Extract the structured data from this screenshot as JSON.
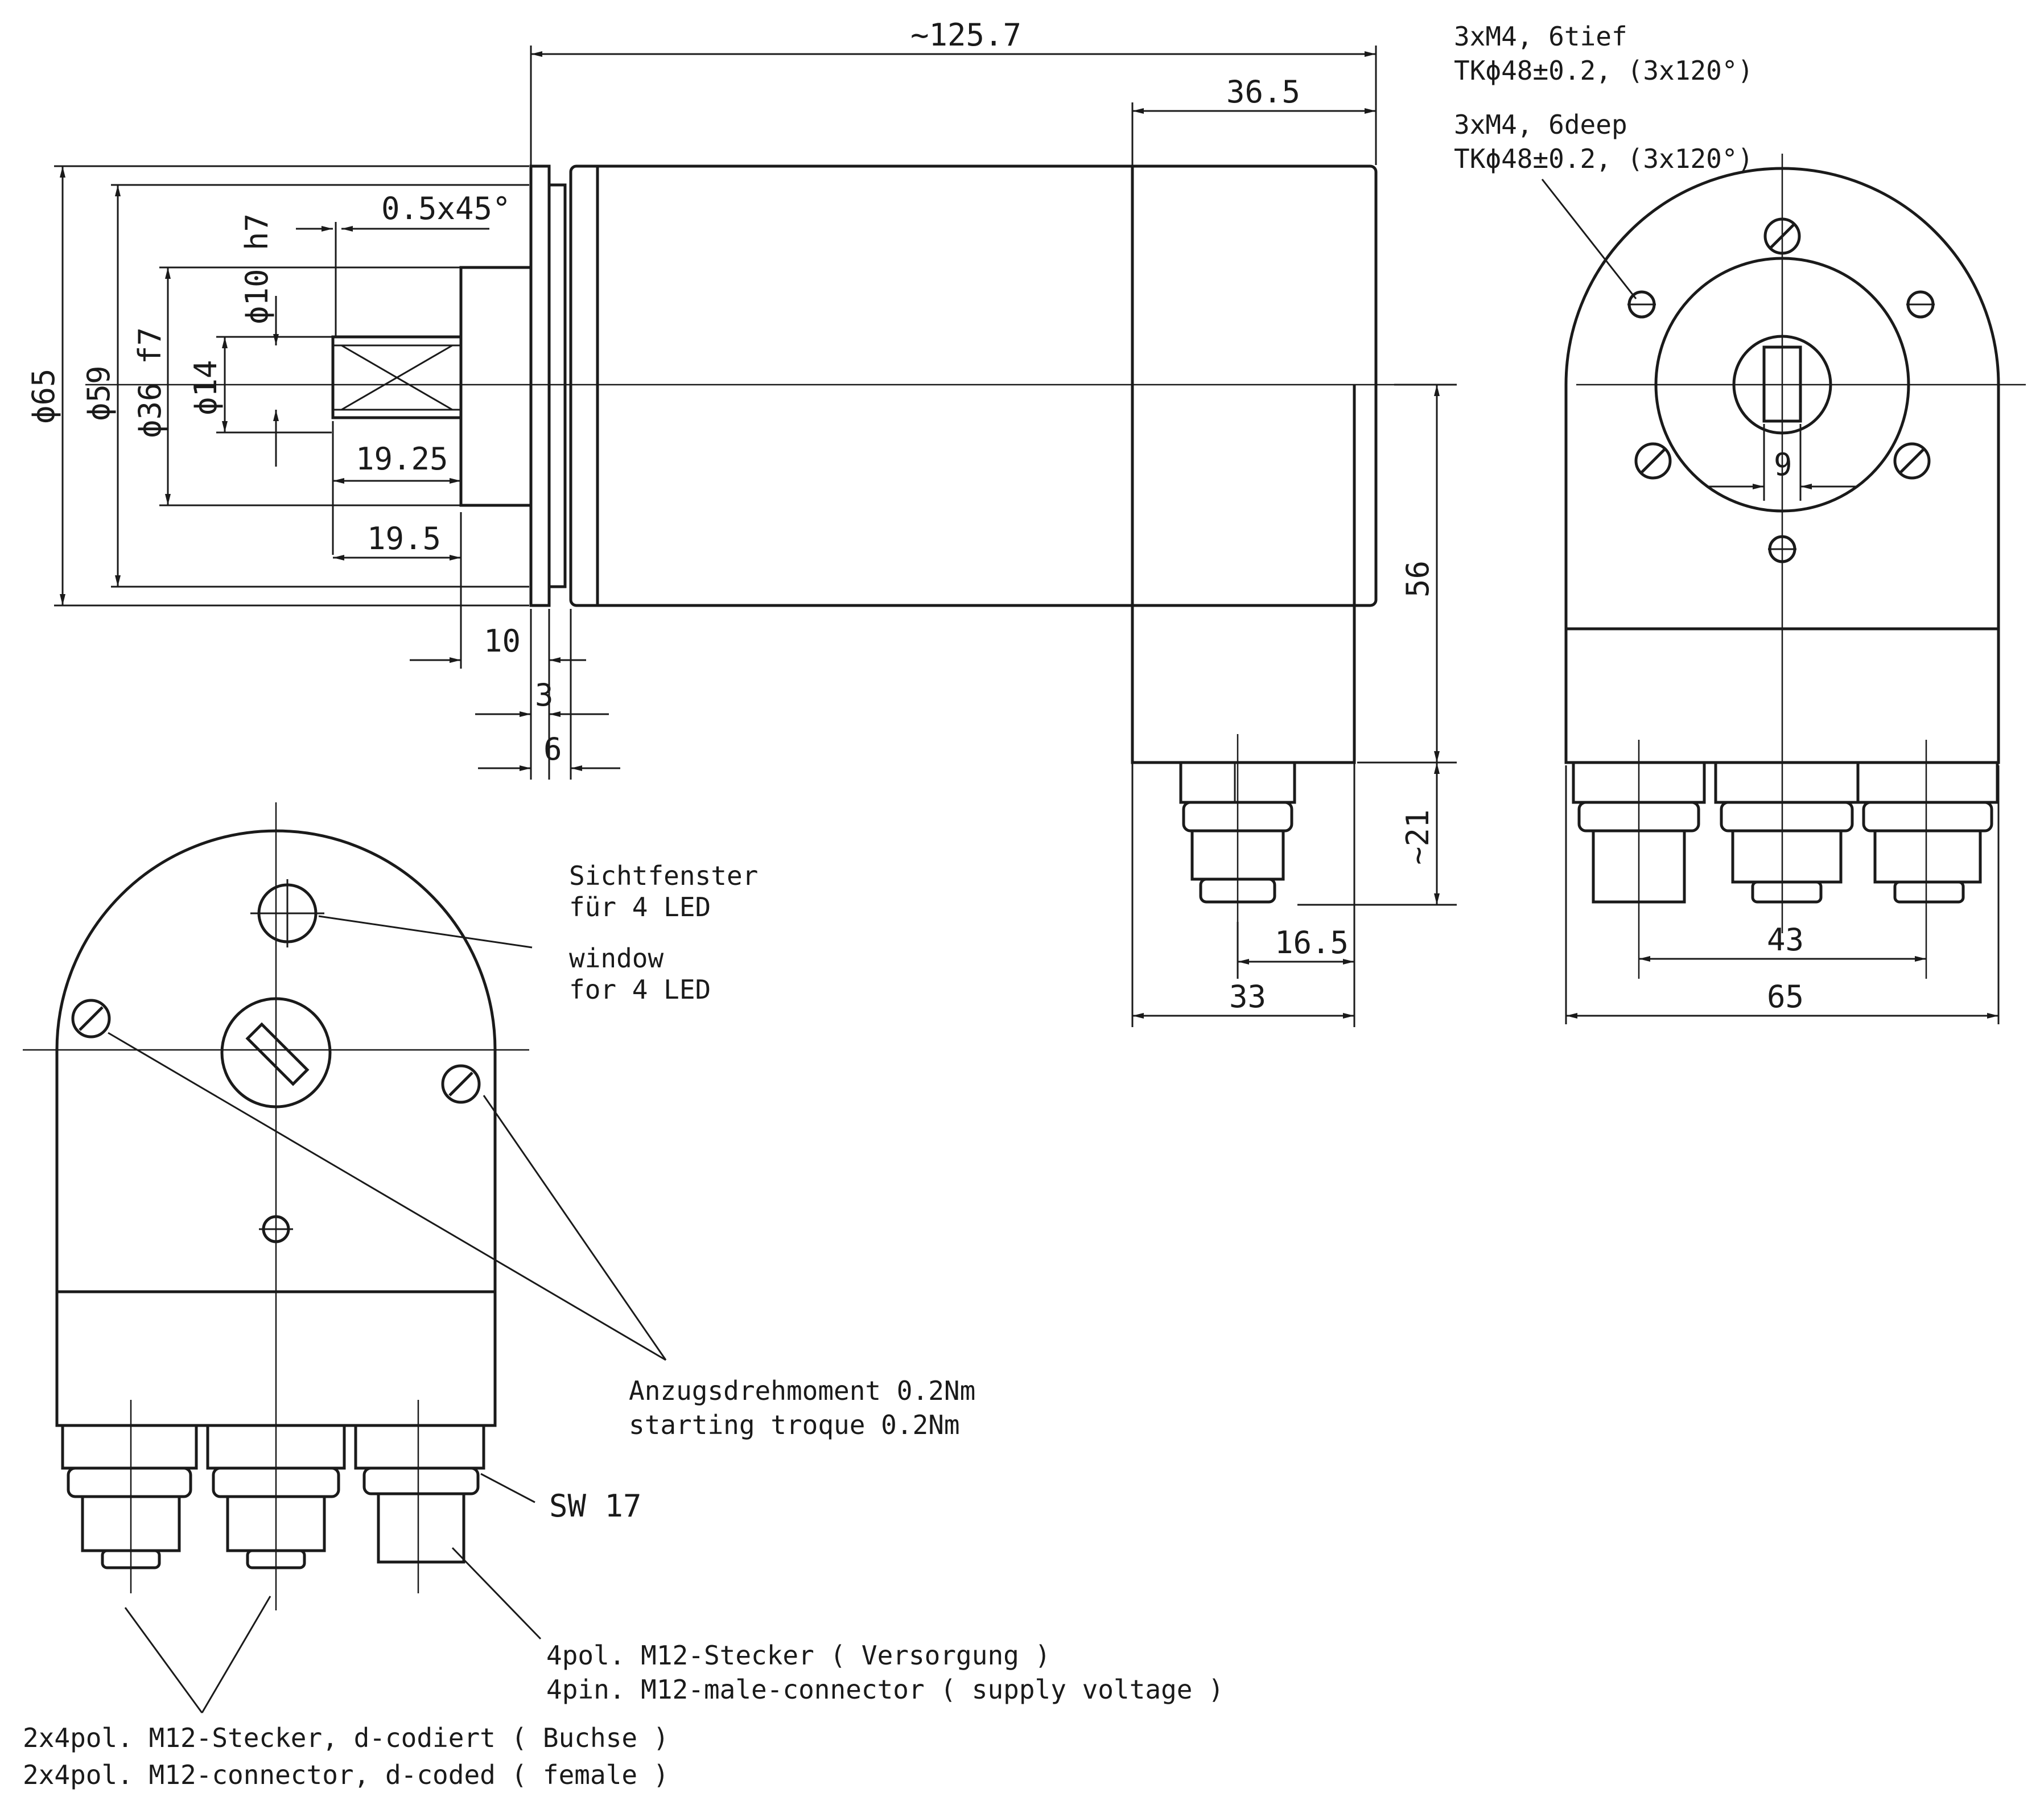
{
  "dimensions": {
    "overall_length": "~125.7",
    "rear_length": "36.5",
    "d65": "ϕ65",
    "d59": "ϕ59",
    "d36": "ϕ36 f7",
    "d14": "ϕ14",
    "d10": "ϕ10 h7",
    "chamfer": "0.5x45°",
    "len_19_25": "19.25",
    "len_19_5": "19.5",
    "len_10": "10",
    "len_3": "3",
    "len_6": "6",
    "height_56": "56",
    "height_21": "~21",
    "width_16_5": "16.5",
    "width_33": "33",
    "slot_9": "9",
    "pitch_43": "43",
    "width_65": "65"
  },
  "annotations": {
    "holes_de_1": "3xM4, 6tief",
    "holes_de_2": "TKϕ48±0.2, (3x120°)",
    "holes_en_1": "3xM4, 6deep",
    "holes_en_2": "TKϕ48±0.2, (3x120°)",
    "led_de_1": "Sichtfenster",
    "led_de_2": "für 4 LED",
    "led_en_1": "window",
    "led_en_2": "for 4 LED",
    "torque_de": "Anzugsdrehmoment 0.2Nm",
    "torque_en": "starting troque 0.2Nm",
    "wrench": "SW 17",
    "male_de": "4pol. M12-Stecker ( Versorgung )",
    "male_en": "4pin. M12-male-connector ( supply voltage )",
    "female_de": "2x4pol. M12-Stecker, d-codiert ( Buchse )",
    "female_en": "2x4pol. M12-connector, d-coded ( female )"
  }
}
